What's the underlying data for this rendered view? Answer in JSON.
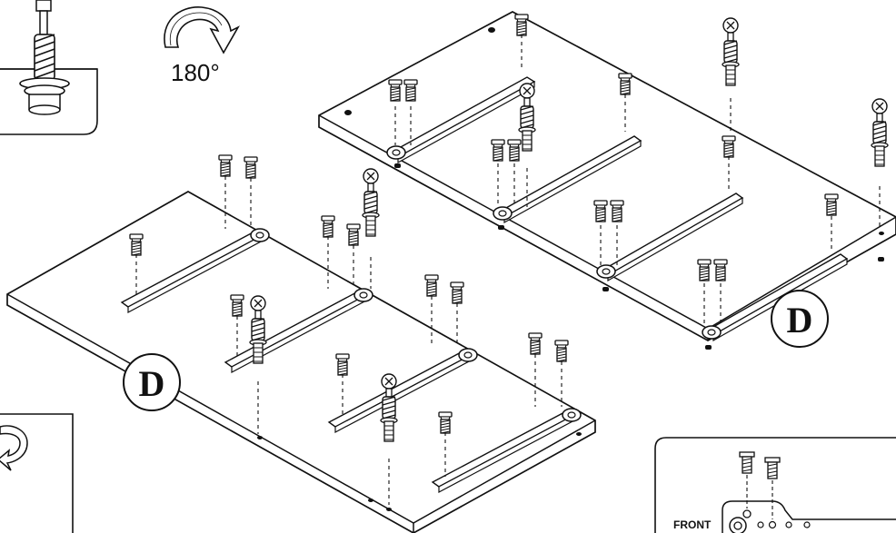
{
  "rotation": {
    "label": "180°",
    "icon": "rotate-arrow-icon"
  },
  "panels": [
    {
      "label": "D"
    },
    {
      "label": "D"
    }
  ],
  "inset_front": {
    "label": "FRONT"
  },
  "parts": {
    "screw_icon": "screw-icon",
    "dowel_icon": "cam-dowel-icon",
    "rail_icon": "drawer-rail-icon"
  }
}
